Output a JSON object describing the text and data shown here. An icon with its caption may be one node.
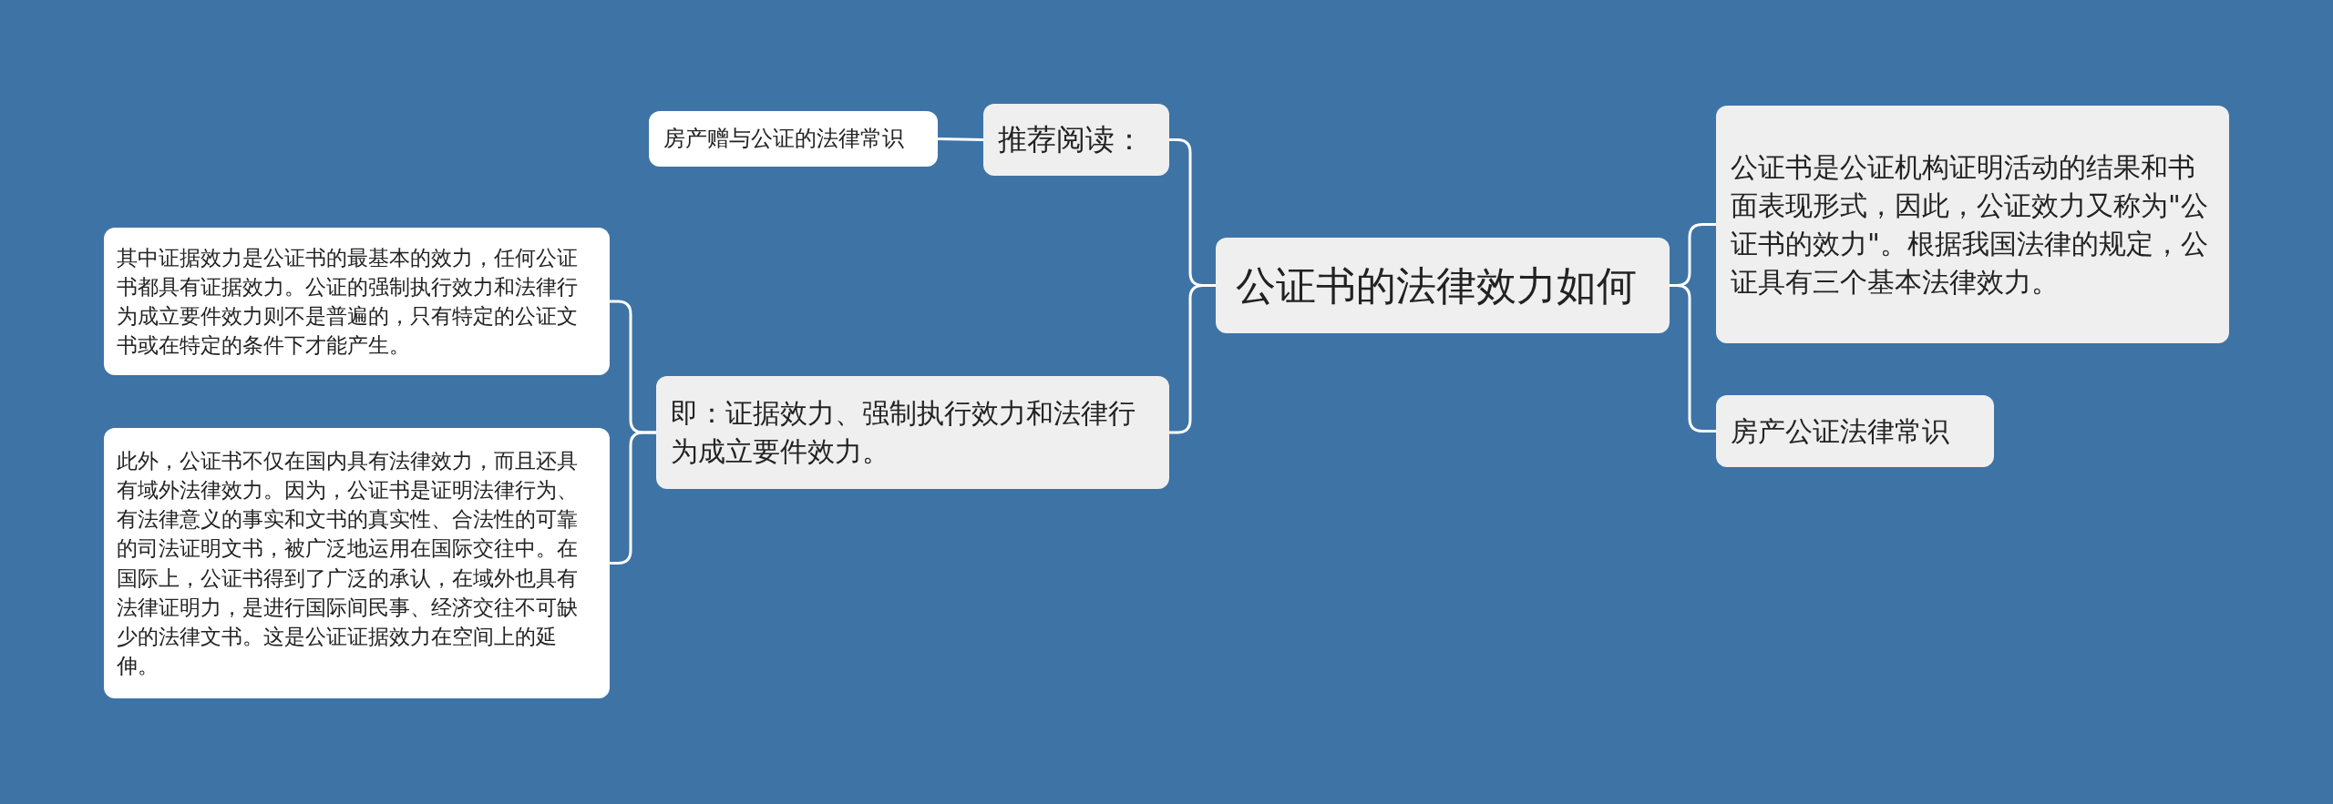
{
  "diagram": {
    "nodes": [
      {
        "text": [
          "公证书的法律效力如何"
        ]
      },
      {
        "text": [
          "推荐阅读："
        ]
      },
      {
        "text": [
          "房产赠与公证的法律常识"
        ]
      },
      {
        "text": [
          "即：证据效力、强制执行效力和法律行为成立要件效力。"
        ]
      },
      {
        "text": [
          "其中证据效力是公证书的最基本的效力，任何公证书都具有证据效力。公证的强制执行效力和法律行为成立要件效力则不是普遍的，只有特定的公证文书或在特定的条件下才能产生。"
        ]
      },
      {
        "text": [
          "此外，公证书不仅在国内具有法律效力，而且还具有域外法律效力。因为，公证书是证明法律行为、有法律意义的事实和文书的真实性、合法性的可靠的司法证明文书，被广泛地运用在国际交往中。在国际上，公证书得到了广泛的承认，在域外也具有法律证明力，是进行国际间民事、经济交往不可缺少的法律文书。这是公证证据效力在空间上的延伸。"
        ]
      },
      {
        "text": [
          "公证书是公证机构证明活动的结果和书面表现形式，因此，公证效力又称为\"公证书的效力\"。根据我国法律的规定，公证具有三个基本法律效力。"
        ]
      },
      {
        "text": [
          "房产公证法律常识"
        ]
      }
    ],
    "edges": [
      {
        "from": 0,
        "to": 1,
        "arrow": "none"
      },
      {
        "from": 0,
        "to": 3,
        "arrow": "none"
      },
      {
        "from": 1,
        "to": 2,
        "arrow": "none"
      },
      {
        "from": 3,
        "to": 4,
        "arrow": "none"
      },
      {
        "from": 3,
        "to": 5,
        "arrow": "none"
      },
      {
        "from": 0,
        "to": 6,
        "arrow": "none"
      },
      {
        "from": 0,
        "to": 7,
        "arrow": "none"
      }
    ]
  }
}
